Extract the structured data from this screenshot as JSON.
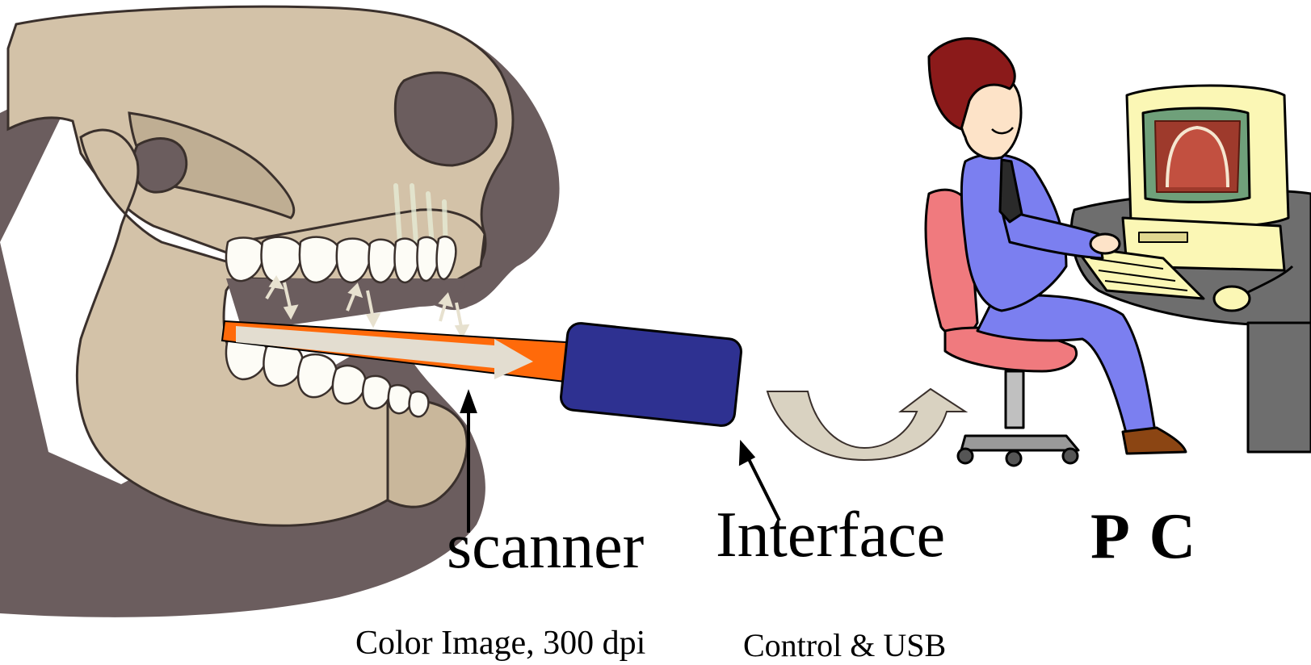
{
  "labels": {
    "scanner": "scanner",
    "interface": "Interface",
    "pc": "P C",
    "scanner_spec": "Color Image, 300 dpi",
    "interface_spec": "Control & USB"
  },
  "colors": {
    "skull_bone": "#d3c2a8",
    "skull_shadow": "#6b5d5e",
    "teeth": "#fdfcf6",
    "scanner_probe": "#ff6a0a",
    "interface_box": "#2e3191",
    "arrow_fill": "#d9d2c1",
    "suit": "#7b7ff0",
    "chair": "#f07a7e",
    "monitor": "#fbf7b5",
    "desk": "#6e6e6e"
  },
  "icons": [
    "skull-illustration",
    "scanner-probe",
    "interface-box",
    "transfer-arrow",
    "person-at-computer-illustration"
  ]
}
